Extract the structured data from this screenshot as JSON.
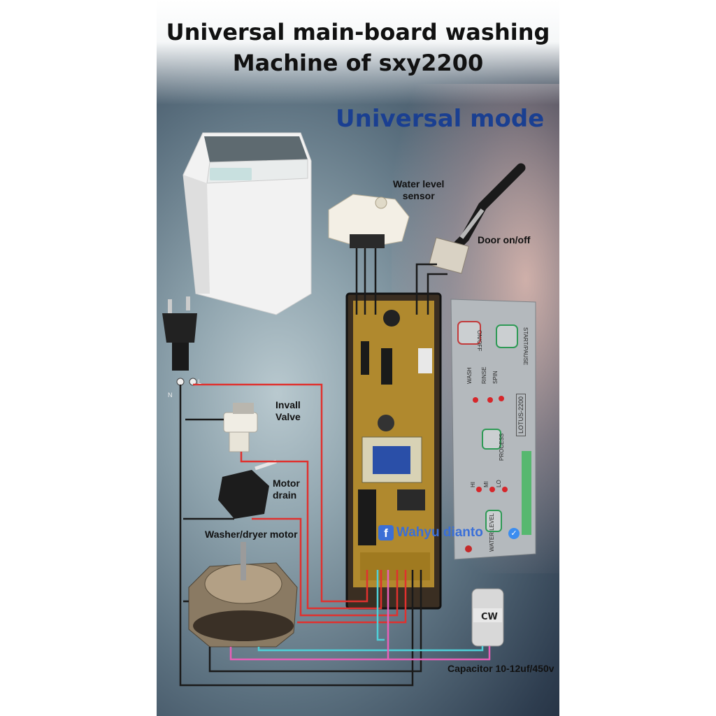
{
  "title": {
    "line1": "Universal main-board washing",
    "line2": "Machine of sxy2200"
  },
  "subtitle": "Universal mode",
  "labels": {
    "water_level": "Water level\nsensor",
    "door": "Door on/off",
    "inlet_valve": "Invall\nValve",
    "motor_drain": "Motor\ndrain",
    "washer_motor": "Washer/dryer motor",
    "capacitor": "Capacitor 10-12uf/450v"
  },
  "plug_pins": {
    "left": "N",
    "right": "L"
  },
  "control_panel": {
    "on_off": "ON/OFF",
    "start_pause": "START/PAUSE",
    "wash": "WASH",
    "rinse": "RINSE",
    "spin": "SPIN",
    "model": "LOTUS-2200",
    "process": "PROCESS",
    "hi": "HI",
    "mi": "MI",
    "lo": "LO",
    "water_level": "WATER LEVEL"
  },
  "watermark": "Wahyu dianto",
  "colors": {
    "wire_black": "#1a1a1a",
    "wire_red": "#e0312e",
    "wire_cyan": "#4fd0d8",
    "wire_pink": "#e860b8",
    "title_blue": "#1a3f91",
    "board_pcb": "#b0892e"
  }
}
